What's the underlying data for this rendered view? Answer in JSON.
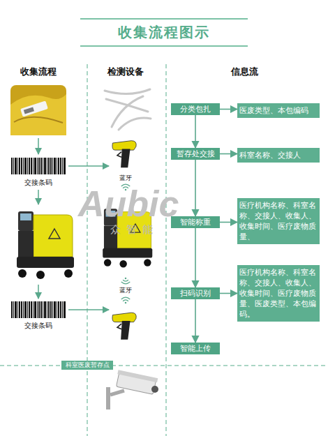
{
  "diagram": {
    "title": "收集流程图示",
    "nodes": [
      {
        "text": [
          "分类包扎"
        ]
      },
      {
        "text": [
          "医废类型、本包编码"
        ]
      },
      {
        "text": [
          "暂存处交接"
        ]
      },
      {
        "text": [
          "科室名称、交接人"
        ]
      },
      {
        "text": [
          "智能称重"
        ]
      },
      {
        "text": [
          "医疗机构名称、科室名称、交接人、收集人、收集时间、医疗废物质量、"
        ]
      },
      {
        "text": [
          "扫码识别"
        ]
      },
      {
        "text": [
          "医疗机构名称、科室名称、交接人、收集人、收集时间、医疗废物质量、医废类型、本包编码。"
        ]
      },
      {
        "text": [
          "智能上传"
        ]
      },
      {
        "text": [
          "科室医废暂存点"
        ]
      }
    ],
    "edges": [
      {
        "from": 0,
        "to": 1,
        "arrow": "to"
      },
      {
        "from": 0,
        "to": 2,
        "arrow": "to"
      },
      {
        "from": 2,
        "to": 3,
        "arrow": "to"
      },
      {
        "from": 2,
        "to": 4,
        "arrow": "to"
      },
      {
        "from": 4,
        "to": 5,
        "arrow": "to"
      },
      {
        "from": 4,
        "to": 6,
        "arrow": "to"
      },
      {
        "from": 6,
        "to": 7,
        "arrow": "to"
      },
      {
        "from": 6,
        "to": 8,
        "arrow": "to"
      }
    ],
    "labels": [
      "收集流程",
      "检测设备",
      "信息流",
      "交接条码",
      "蓝牙",
      "蓝牙",
      "交接条码",
      "Aubic",
      "众智能"
    ]
  }
}
